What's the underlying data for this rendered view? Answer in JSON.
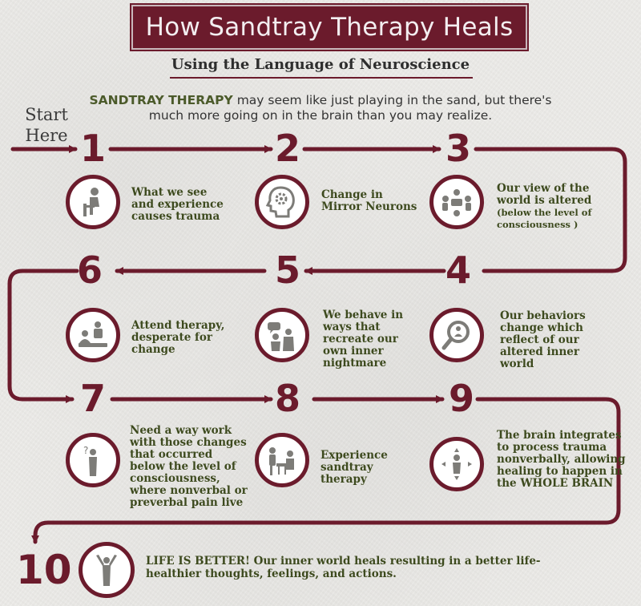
{
  "title": "How Sandtray Therapy Heals",
  "subtitle": "Using the Language of Neuroscience",
  "intro": {
    "highlight": "SANDTRAY THERAPY",
    "rest": " may seem like just playing in the sand, but there's much more going on in the brain than you may realize."
  },
  "start": "Start Here",
  "colors": {
    "accent": "#6b1b2c",
    "text_green": "#3d4a1e",
    "icon_gray": "#7d7c78"
  },
  "steps": [
    {
      "num": "1",
      "icon": "person-sitting-icon",
      "text": "What we see and experience causes trauma",
      "note": ""
    },
    {
      "num": "2",
      "icon": "head-gear-icon",
      "text": "Change in Mirror Neurons",
      "note": ""
    },
    {
      "num": "3",
      "icon": "group-table-icon",
      "text": "Our view of the world is altered",
      "note": "(below the level of consciousness )"
    },
    {
      "num": "4",
      "icon": "magnifier-person-icon",
      "text": "Our behaviors change which reflect of our altered inner world",
      "note": ""
    },
    {
      "num": "5",
      "icon": "speech-bubble-icon",
      "text": "We behave in ways that recreate our own inner nightmare",
      "note": ""
    },
    {
      "num": "6",
      "icon": "therapy-session-icon",
      "text": "Attend therapy, desperate for change",
      "note": ""
    },
    {
      "num": "7",
      "icon": "question-person-icon",
      "text": "Need a way work with those changes that occurred below the level of consciousness, where nonverbal or preverbal pain live",
      "note": ""
    },
    {
      "num": "8",
      "icon": "sandtray-session-icon",
      "text": "Experience sandtray therapy",
      "note": ""
    },
    {
      "num": "9",
      "icon": "integrate-person-icon",
      "text": "The brain integrates to process trauma nonverbally, allowing healing to happen in the WHOLE BRAIN",
      "note": ""
    },
    {
      "num": "10",
      "icon": "arms-up-person-icon",
      "text": "LIFE IS BETTER! Our inner world heals resulting in a better life- healthier thoughts, feelings, and actions.",
      "note": ""
    }
  ]
}
